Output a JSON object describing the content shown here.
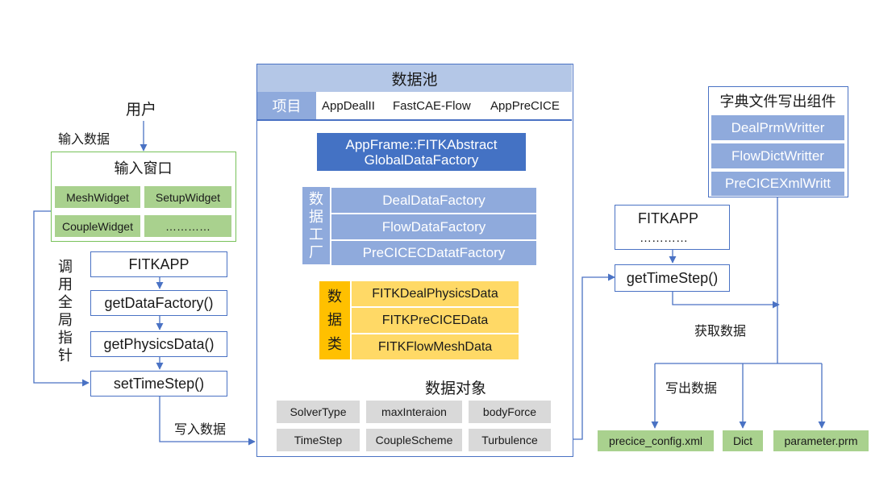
{
  "left": {
    "user": "用户",
    "input_data": "输入数据",
    "input_window": {
      "title": "输入窗口",
      "widgets": [
        "MeshWidget",
        "SetupWidget",
        "CoupleWidget",
        "…………"
      ]
    },
    "call_global_pointer": [
      "调",
      "用",
      "全",
      "局",
      "指",
      "针"
    ],
    "steps": [
      "FITKAPP",
      "getDataFactory()",
      "getPhysicsData()",
      "setTimeStep()"
    ],
    "write_data": "写入数据"
  },
  "pool": {
    "title": "数据池",
    "project_label": "项目",
    "apps": [
      "AppDealII",
      "FastCAE-Flow",
      "AppPreCICE"
    ],
    "global_factory_line1": "AppFrame::FITKAbstract",
    "global_factory_line2": "GlobalDataFactory",
    "factory_side": [
      "数",
      "据",
      "工",
      "厂"
    ],
    "factories": [
      "DealDataFactory",
      "FlowDataFactory",
      "PreCICECDatatFactory"
    ],
    "class_side": [
      "数",
      "据",
      "类"
    ],
    "classes": [
      "FITKDealPhysicsData",
      "FITKPreCICEData",
      "FITKFlowMeshData"
    ],
    "data_objects": "数据对象",
    "objects_row1": [
      "SolverType",
      "maxInteraion",
      "bodyForce"
    ],
    "objects_row2": [
      "TimeStep",
      "CoupleScheme",
      "Turbulence"
    ]
  },
  "right": {
    "components_title": "字典文件写出组件",
    "writers": [
      "DealPrmWritter",
      "FlowDictWritter",
      "PreCICEXmlWritt"
    ],
    "fitkapp": "FITKAPP",
    "fitkapp_dots": "…………",
    "get_time_step": "getTimeStep()",
    "get_data": "获取数据",
    "write_out_data": "写出数据",
    "outputs": [
      "precice_config.xml",
      "Dict",
      "parameter.prm"
    ]
  },
  "colors": {
    "line_blue": "#4a72c4",
    "green": "#a9d18e",
    "blue_dark": "#4472c4",
    "blue_light": "#8faadc",
    "yellow": "#ffd966",
    "gray": "#d9d9d9"
  }
}
